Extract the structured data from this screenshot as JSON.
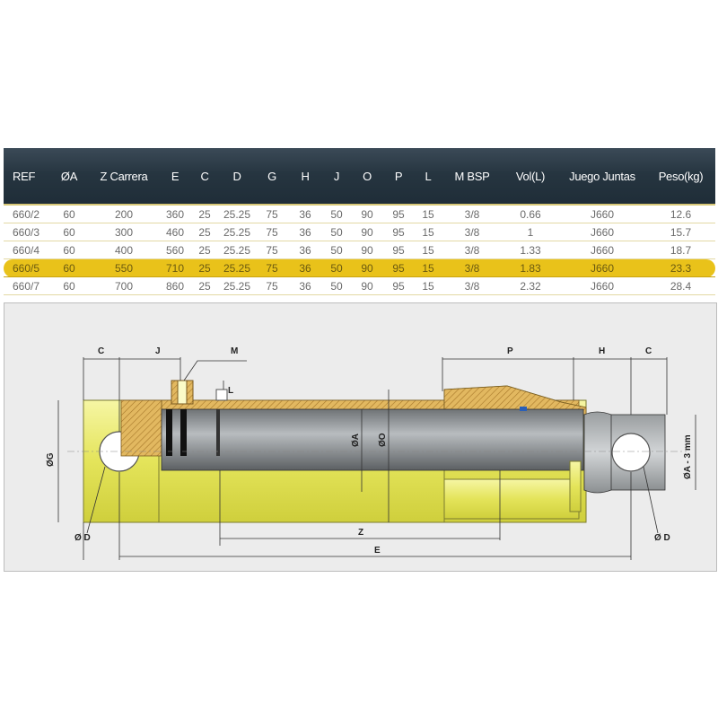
{
  "table": {
    "columns": [
      "REF",
      "ØA",
      "Z Carrera",
      "E",
      "C",
      "D",
      "G",
      "H",
      "J",
      "O",
      "P",
      "L",
      "M BSP",
      "Vol(L)",
      "Juego Juntas",
      "Peso(kg)"
    ],
    "rows": [
      [
        "660/2",
        "60",
        "200",
        "360",
        "25",
        "25.25",
        "75",
        "36",
        "50",
        "90",
        "95",
        "15",
        "3/8",
        "0.66",
        "J660",
        "12.6"
      ],
      [
        "660/3",
        "60",
        "300",
        "460",
        "25",
        "25.25",
        "75",
        "36",
        "50",
        "90",
        "95",
        "15",
        "3/8",
        "1",
        "J660",
        "15.7"
      ],
      [
        "660/4",
        "60",
        "400",
        "560",
        "25",
        "25.25",
        "75",
        "36",
        "50",
        "90",
        "95",
        "15",
        "3/8",
        "1.33",
        "J660",
        "18.7"
      ],
      [
        "660/5",
        "60",
        "550",
        "710",
        "25",
        "25.25",
        "75",
        "36",
        "50",
        "90",
        "95",
        "15",
        "3/8",
        "1.83",
        "J660",
        "23.3"
      ],
      [
        "660/7",
        "60",
        "700",
        "860",
        "25",
        "25.25",
        "75",
        "36",
        "50",
        "90",
        "95",
        "15",
        "3/8",
        "2.32",
        "J660",
        "28.4"
      ]
    ],
    "highlighted_ref": "660/5"
  },
  "drawing": {
    "labels": {
      "C_left": "C",
      "J": "J",
      "M": "M",
      "L": "L",
      "P": "P",
      "H": "H",
      "C_right": "C",
      "G": "ØG",
      "A": "ØA",
      "O": "ØO",
      "A_minus": "ØA - 3 mm",
      "D_left": "Ø D",
      "D_right": "Ø D",
      "Z": "Z",
      "E": "E"
    },
    "colors": {
      "body": "#ecec66",
      "rod": "#8f9396",
      "hatch": "#d8a84a"
    }
  }
}
